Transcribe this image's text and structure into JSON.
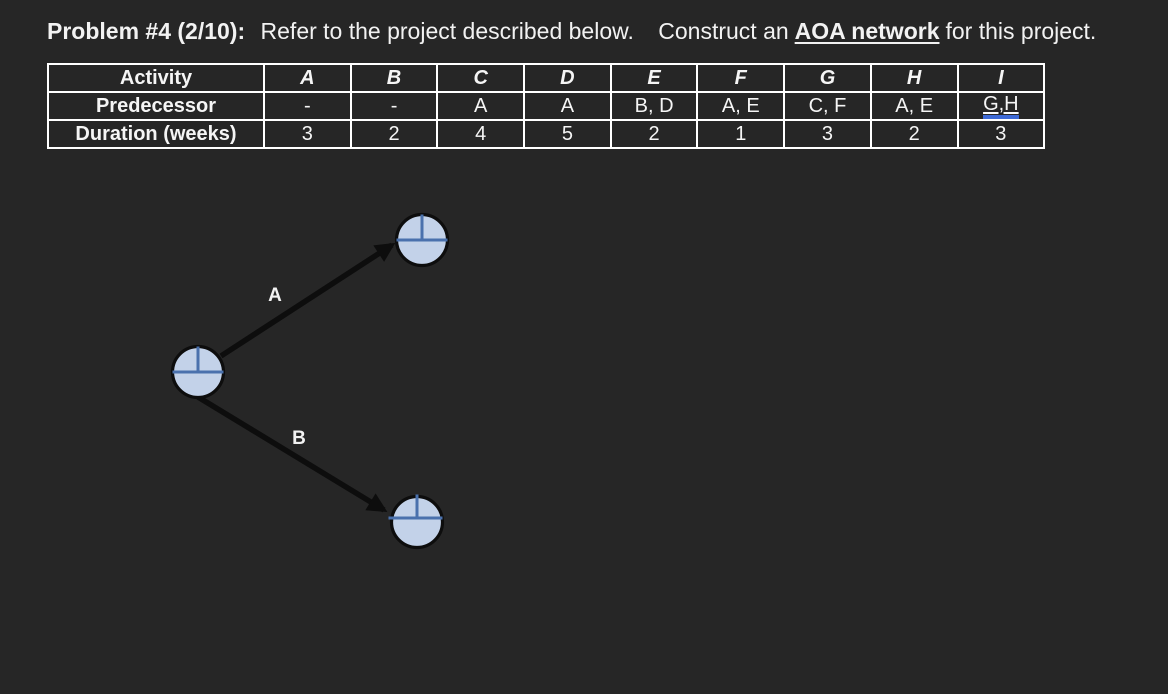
{
  "title": {
    "problem_label": "Problem #4 (2/10):",
    "instruction_1": "Refer to the project described below.",
    "construct_prefix": "Construct an",
    "construct_emphasis": "AOA network",
    "construct_suffix": "for this project."
  },
  "activity_table": {
    "row_headers": [
      "Activity",
      "Predecessor",
      "Duration (weeks)"
    ],
    "activities": [
      "A",
      "B",
      "C",
      "D",
      "E",
      "F",
      "G",
      "H",
      "I"
    ],
    "predecessors": [
      "-",
      "-",
      "A",
      "A",
      "B, D",
      "A, E",
      "C, F",
      "A, E",
      "G,H"
    ],
    "durations": [
      "3",
      "2",
      "4",
      "5",
      "2",
      "1",
      "3",
      "2",
      "3"
    ]
  },
  "diagram": {
    "nodes": [
      {
        "name": "start-node"
      },
      {
        "name": "end-node-top"
      },
      {
        "name": "end-node-bottom"
      }
    ],
    "edges": [
      {
        "label": "A"
      },
      {
        "label": "B"
      }
    ]
  },
  "colors": {
    "background": "#262626",
    "text": "#f2f2f2",
    "table_border": "#ffffff",
    "node_fill": "#c3d2e9",
    "node_border": "#0d0d0d",
    "node_cross": "#4a71ad",
    "arrow": "#0d0d0d",
    "grammar_underline": "#3e6ad6"
  }
}
